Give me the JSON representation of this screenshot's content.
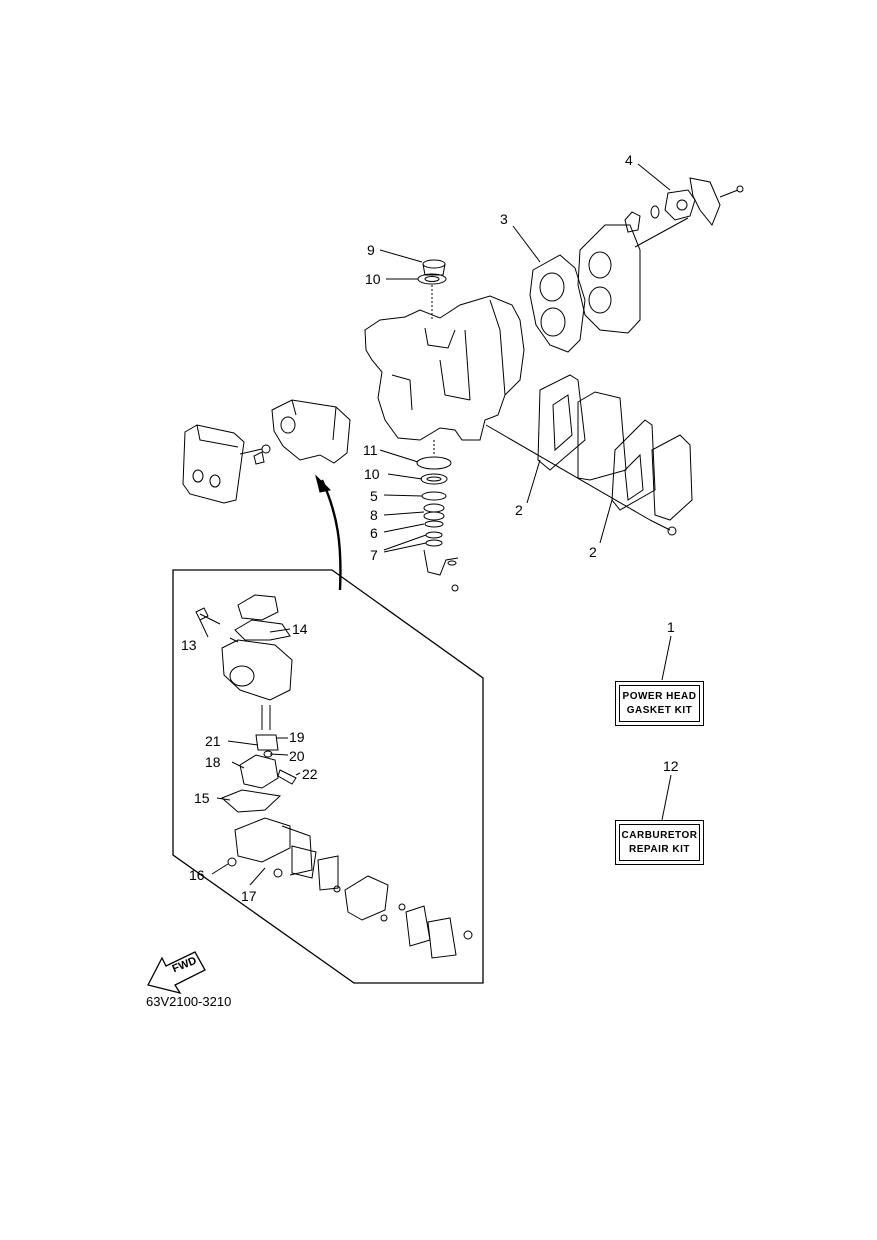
{
  "callouts": {
    "c1": "1",
    "c2a": "2",
    "c2b": "2",
    "c3": "3",
    "c4": "4",
    "c5": "5",
    "c6": "6",
    "c7": "7",
    "c8": "8",
    "c9": "9",
    "c10a": "10",
    "c10b": "10",
    "c11": "11",
    "c12": "12",
    "c13": "13",
    "c14": "14",
    "c15": "15",
    "c16": "16",
    "c17": "17",
    "c18": "18",
    "c19": "19",
    "c20": "20",
    "c21": "21",
    "c22": "22"
  },
  "kits": {
    "power_head": {
      "line1": "POWER HEAD",
      "line2": "GASKET KIT"
    },
    "carburetor": {
      "line1": "CARBURETOR",
      "line2": "REPAIR KIT"
    }
  },
  "fwd_label": "FWD",
  "drawing_code": "63V2100-3210"
}
